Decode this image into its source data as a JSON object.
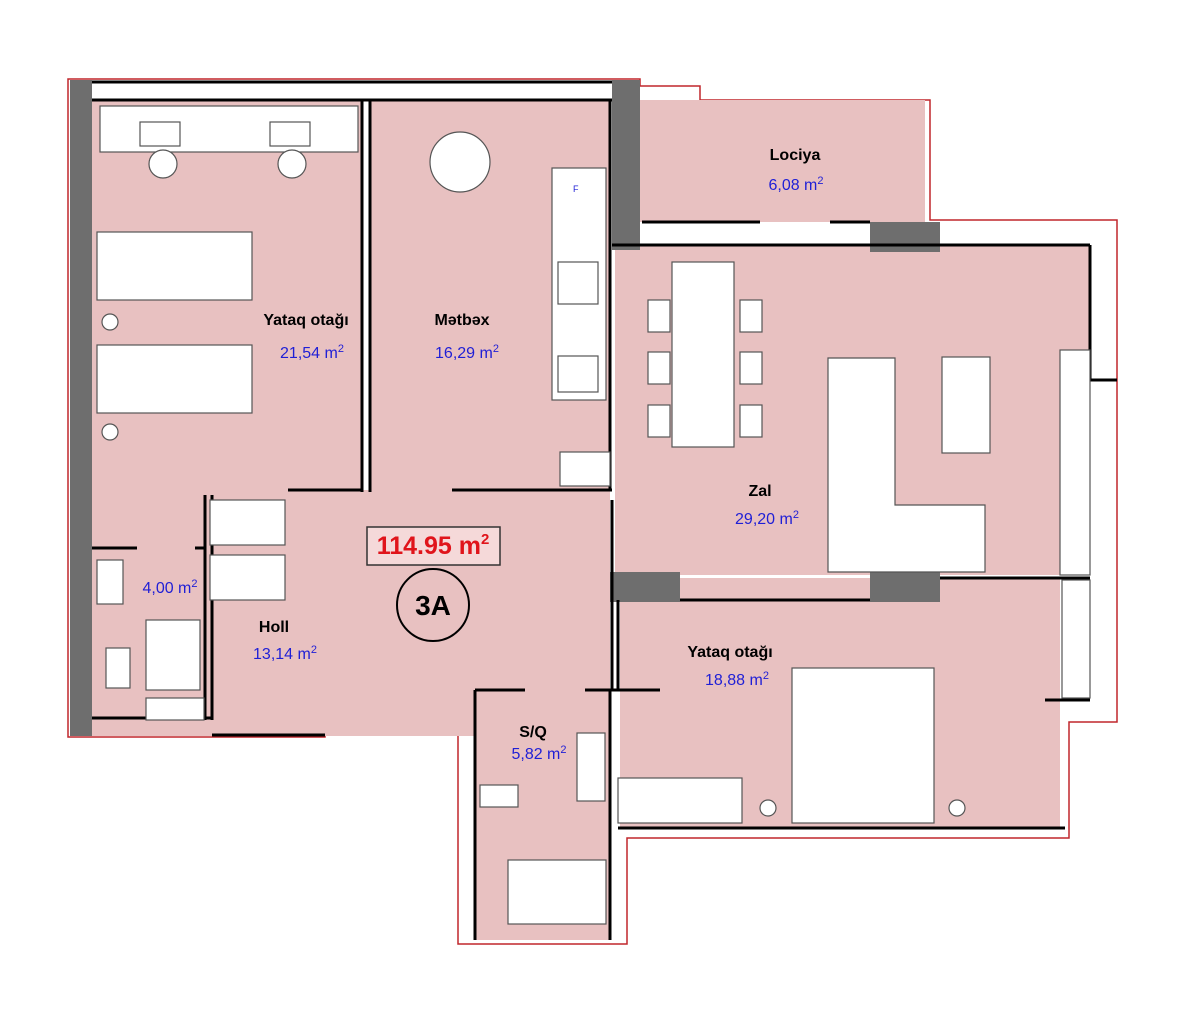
{
  "plan": {
    "total_area": "114.95 m",
    "total_area_sup": "2",
    "unit_code": "3A"
  },
  "rooms": [
    {
      "key": "bedroom1",
      "name": "Yataq otağı",
      "area": "21,54 m",
      "sup": "2"
    },
    {
      "key": "kitchen",
      "name": "Mətbəx",
      "area": "16,29 m",
      "sup": "2"
    },
    {
      "key": "loggia",
      "name": "Lociya",
      "area": "6,08 m",
      "sup": "2"
    },
    {
      "key": "living",
      "name": "Zal",
      "area": "29,20 m",
      "sup": "2"
    },
    {
      "key": "bath1",
      "name": "",
      "area": "4,00 m",
      "sup": "2"
    },
    {
      "key": "hall",
      "name": "Holl",
      "area": "13,14 m",
      "sup": "2"
    },
    {
      "key": "bedroom2",
      "name": "Yataq otağı",
      "area": "18,88 m",
      "sup": "2"
    },
    {
      "key": "bath2",
      "name": "S/Q",
      "area": "5,82 m",
      "sup": "2"
    }
  ],
  "fridge_label": "F",
  "colors": {
    "floor": "#e8c1c1",
    "walls": "#000000",
    "concrete": "#6e6e6e",
    "area_text": "#1f1fd6",
    "total_text": "#e0141b"
  }
}
